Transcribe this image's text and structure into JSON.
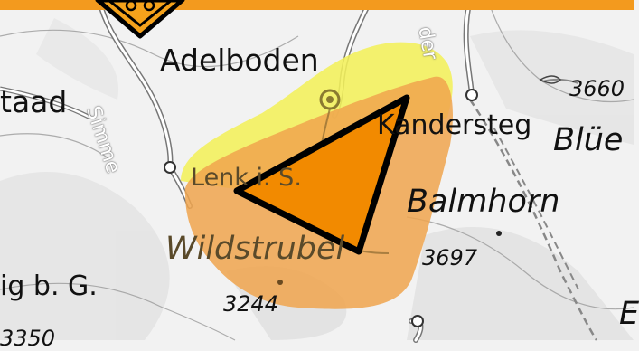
{
  "map": {
    "places": {
      "adelboden": "Adelboden",
      "gstaad": "taad",
      "kandersteg": "Kandersteg",
      "lenk": "Lenk i. S.",
      "zweisimmen_part": "ig b. G."
    },
    "peaks": {
      "wildstrubel": "Wildstrubel",
      "balmhorn": "Balmhorn",
      "bluemlisalp": "Blüe",
      "partial": "E"
    },
    "elevations": {
      "e3660": "3660",
      "e3697": "3697",
      "e3244": "3244",
      "e3350": "3350"
    },
    "rivers": {
      "simme": "Simme",
      "kander": "der"
    },
    "colors": {
      "warning_bar": "#f39a1e",
      "zone_yellow": "#f3f05a",
      "zone_orange": "#f0a44e",
      "polygon_fill": "#f28a00",
      "polygon_stroke": "#000000",
      "warning_sign": "#f5a21b"
    },
    "icons": [
      "warning-sign-icon"
    ]
  }
}
